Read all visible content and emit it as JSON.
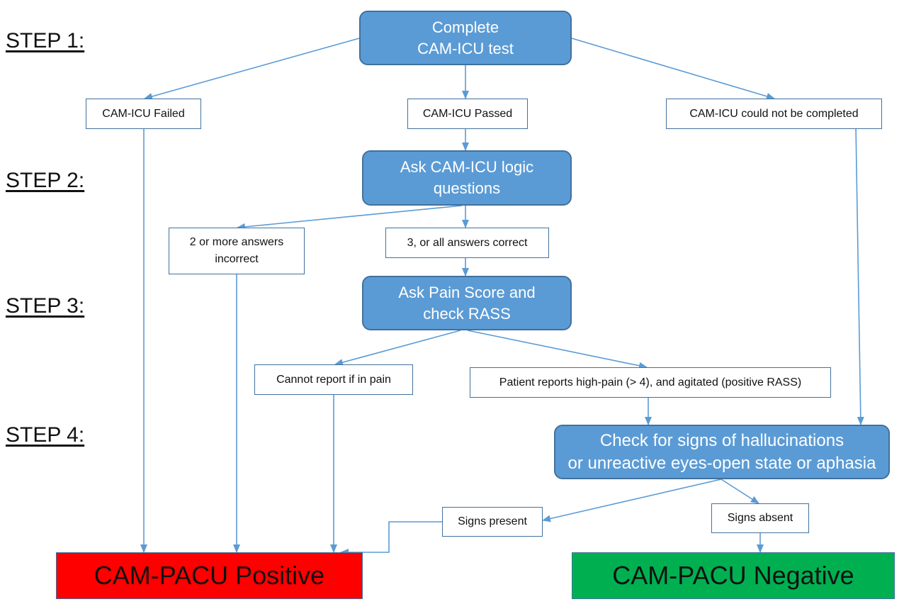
{
  "steps": {
    "step1": "STEP 1:",
    "step2": "STEP 2:",
    "step3": "STEP 3:",
    "step4": "STEP 4:"
  },
  "process": {
    "complete_test": [
      "Complete",
      "CAM-ICU test"
    ],
    "ask_logic": [
      "Ask CAM-ICU logic",
      "questions"
    ],
    "ask_pain": [
      "Ask Pain Score and",
      "check RASS"
    ],
    "check_signs": [
      "Check for signs of hallucinations",
      "or unreactive eyes-open state or aphasia"
    ]
  },
  "decisions": {
    "failed": "CAM-ICU Failed",
    "passed": "CAM-ICU Passed",
    "not_completed": "CAM-ICU could not be completed",
    "two_or_more_incorrect": [
      "2 or more answers",
      "incorrect"
    ],
    "three_or_all_correct": "3, or all answers correct",
    "cannot_report_pain": "Cannot report if in pain",
    "high_pain_agitated": "Patient reports high-pain (> 4), and agitated (positive RASS)",
    "signs_present": "Signs present",
    "signs_absent": "Signs absent"
  },
  "outcomes": {
    "positive": "CAM-PACU Positive",
    "negative": "CAM-PACU Negative"
  },
  "colors": {
    "process_fill": "#5b9bd5",
    "process_border": "#41719c",
    "connector": "#5b9bd5",
    "positive_fill": "#ff0000",
    "negative_fill": "#00b050"
  }
}
